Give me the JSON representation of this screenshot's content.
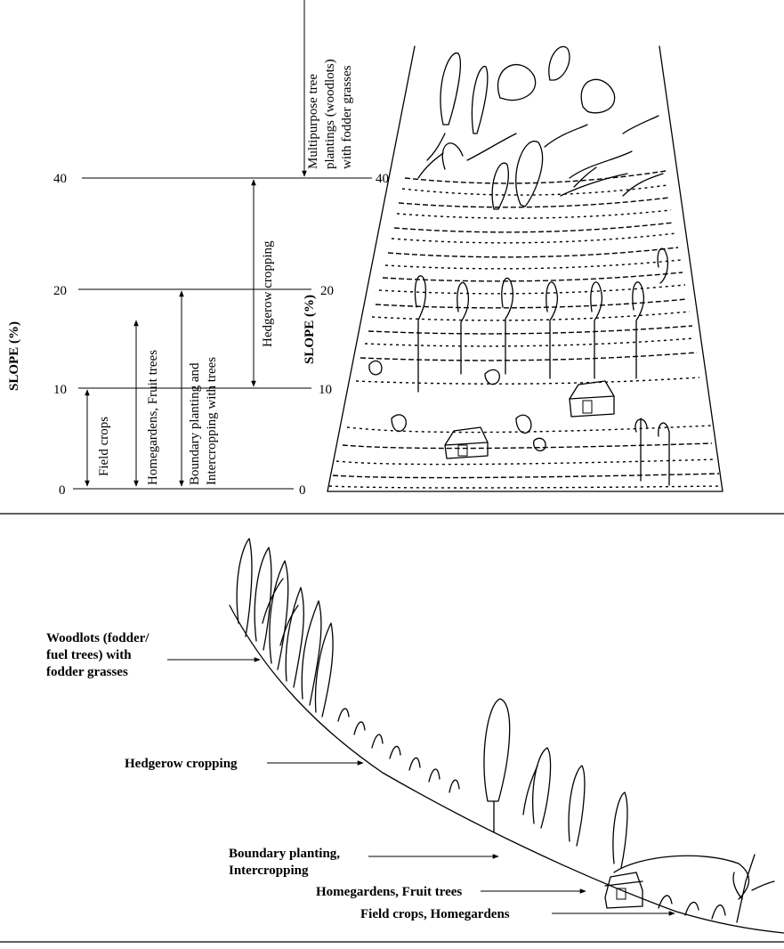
{
  "top_panel": {
    "slope_axis_label_left": "SLOPE (%)",
    "slope_axis_label_right": "SLOPE (%)",
    "left_ticks": [
      "40",
      "20",
      "10",
      "0"
    ],
    "right_ticks": [
      "40",
      "20",
      "10",
      "0"
    ],
    "zones": {
      "field_crops": "Field crops",
      "homegardens": "Homegardens, Fruit trees",
      "boundary_line1": "Boundary planting and",
      "boundary_line2": "Intercropping with trees",
      "hedgerow": "Hedgerow cropping",
      "multipurpose_line1": "Multipurpose tree",
      "multipurpose_line2": "plantings (woodlots)",
      "multipurpose_line3": "with fodder grasses"
    }
  },
  "bottom_panel": {
    "woodlots_line1": "Woodlots (fodder/",
    "woodlots_line2": "fuel trees) with",
    "woodlots_line3": "fodder grasses",
    "hedgerow": "Hedgerow cropping",
    "boundary_line1": "Boundary planting,",
    "boundary_line2": "Intercropping",
    "homegardens": "Homegardens, Fruit trees",
    "field_crops": "Field crops, Homegardens"
  }
}
